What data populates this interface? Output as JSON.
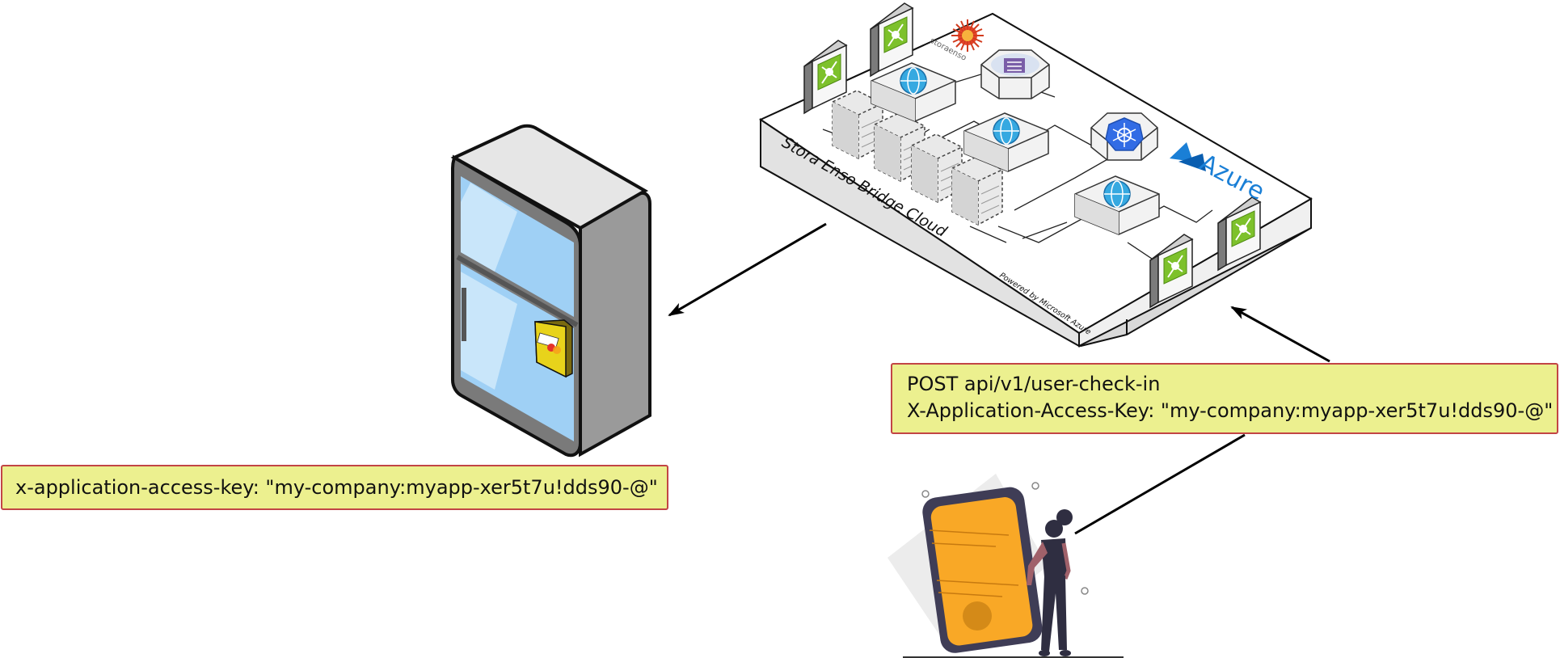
{
  "cloud": {
    "name": "Stora Enso Bridge Cloud",
    "powered_by": "Powered by Microsoft Azure",
    "azure_label": "Azure",
    "logo_text": "storaenso"
  },
  "notes": {
    "device_header": "x-application-access-key: \"my-company:myapp-xer5t7u!dds90-@\"",
    "request_line": "POST api/v1/user-check-in",
    "request_header": "X-Application-Access-Key: \"my-company:myapp-xer5t7u!dds90-@\""
  },
  "colors": {
    "note_fill": "#ecf08f",
    "note_border": "#c24545",
    "azure_blue": "#1a7fd6",
    "fridge_glass": "#9fd0f5",
    "phone_orange": "#f9a826",
    "kubernetes_blue": "#326ce5",
    "app_green": "#7dc12b"
  },
  "icons": [
    "fridge-icon",
    "payment-terminal-icon",
    "phone-icon",
    "person-icon",
    "app-service-icon",
    "web-app-icon",
    "kubernetes-icon",
    "database-icon",
    "azure-logo-icon",
    "storaenso-logo-icon"
  ]
}
